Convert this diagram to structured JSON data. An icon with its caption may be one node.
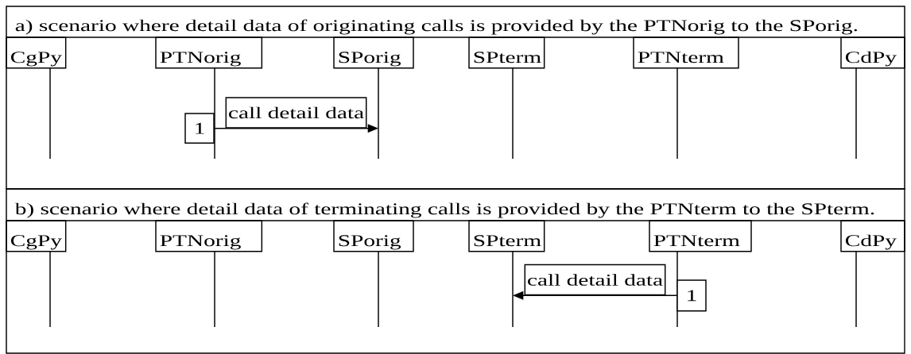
{
  "diagram": {
    "nodes": [
      {
        "text": [
          "a) scenario where detail data of originating calls is provided by the PTNorig to the SPorig."
        ]
      },
      {
        "text": [
          "CgPy"
        ],
        "in": 0
      },
      {
        "text": [
          "PTNorig"
        ],
        "in": 0
      },
      {
        "text": [
          "SPorig"
        ],
        "in": 0
      },
      {
        "text": [
          "SPterm"
        ],
        "in": 0
      },
      {
        "text": [
          "PTNterm"
        ],
        "in": 0
      },
      {
        "text": [
          "CdPy"
        ],
        "in": 0
      },
      {
        "text": [
          "1"
        ],
        "in": 2
      },
      {
        "text": [
          "b) scenario where detail data of terminating calls is provided by the PTNterm to the SPterm."
        ]
      },
      {
        "text": [
          "CgPy"
        ],
        "in": 8
      },
      {
        "text": [
          "PTNorig"
        ],
        "in": 8
      },
      {
        "text": [
          "SPorig"
        ],
        "in": 8
      },
      {
        "text": [
          "SPterm"
        ],
        "in": 8
      },
      {
        "text": [
          "PTNterm"
        ],
        "in": 8
      },
      {
        "text": [
          "CdPy"
        ],
        "in": 8
      },
      {
        "text": [
          "1"
        ],
        "in": 13
      }
    ],
    "edges": [
      {
        "from": 7,
        "to": 3,
        "arrow": "to",
        "label": "call detail data"
      },
      {
        "from": 15,
        "to": 12,
        "arrow": "to",
        "label": "call detail data"
      }
    ]
  }
}
